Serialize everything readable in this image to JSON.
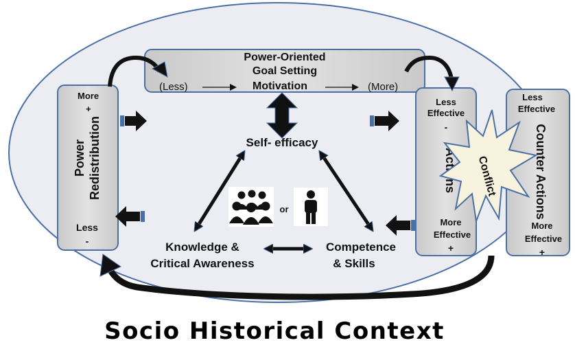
{
  "caption": "Socio Historical Context",
  "goal_box": {
    "line1": "Power-Oriented",
    "line2": "Goal Setting",
    "line3": "Motivation",
    "less": "(Less)",
    "more": "(More)"
  },
  "power_box": {
    "title1": "Power",
    "title2": "Redistribution",
    "more": "More",
    "plus": "+",
    "less": "Less",
    "minus": "-"
  },
  "actions_box": {
    "title": "Actions",
    "less1": "Less",
    "less2": "Effective",
    "minus": "-",
    "more1": "More",
    "more2": "Effective",
    "plus": "+"
  },
  "counter_box": {
    "title": "Counter Actions",
    "less1": "Less",
    "less2": "Effective",
    "more1": "More",
    "more2": "Effective",
    "plus": "+"
  },
  "conflict": "Conflict",
  "self_efficacy": "Self- efficacy",
  "knowledge": {
    "line1": "Knowledge &",
    "line2": "Critical Awareness"
  },
  "competence": {
    "line1": "Competence",
    "line2": "& Skills"
  },
  "or_label": "or",
  "icons": [
    "group-people-icon",
    "single-person-icon"
  ],
  "colors": {
    "box_fill": "#d9d9d9",
    "box_stroke": "#4a6fa5",
    "conflict_fill": "#f7f3df",
    "arrow": "#111111"
  }
}
